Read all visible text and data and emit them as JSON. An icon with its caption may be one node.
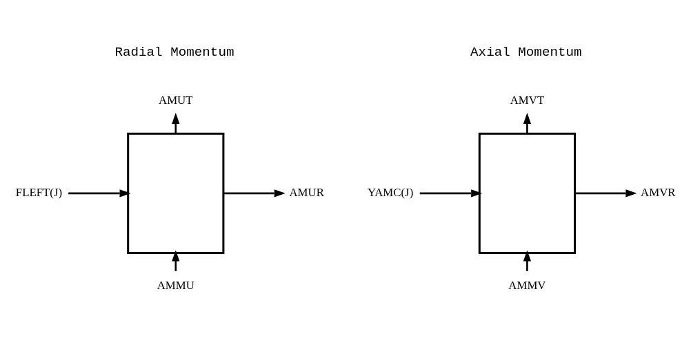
{
  "diagram": {
    "nodes": [
      {
        "text": [],
        "shape": "box"
      },
      {
        "text": [
          "AMUT"
        ]
      },
      {
        "text": [
          "FLEFT(J)"
        ]
      },
      {
        "text": [
          "AMUR"
        ]
      },
      {
        "text": [
          "AMMU"
        ]
      },
      {
        "text": [],
        "shape": "box"
      },
      {
        "text": [
          "AMVT"
        ]
      },
      {
        "text": [
          "YAMC(J)"
        ]
      },
      {
        "text": [
          "AMVR"
        ]
      },
      {
        "text": [
          "AMMV"
        ]
      }
    ],
    "edges": [
      {
        "from": 0,
        "to": 1,
        "arrow": "to"
      },
      {
        "from": 2,
        "to": 0,
        "arrow": "to"
      },
      {
        "from": 0,
        "to": 3,
        "arrow": "to"
      },
      {
        "from": 4,
        "to": 0,
        "arrow": "to"
      },
      {
        "from": 5,
        "to": 6,
        "arrow": "to"
      },
      {
        "from": 7,
        "to": 5,
        "arrow": "to"
      },
      {
        "from": 5,
        "to": 8,
        "arrow": "to"
      },
      {
        "from": 9,
        "to": 5,
        "arrow": "to"
      }
    ],
    "labels": [
      "Radial Momentum",
      "Axial Momentum"
    ]
  }
}
